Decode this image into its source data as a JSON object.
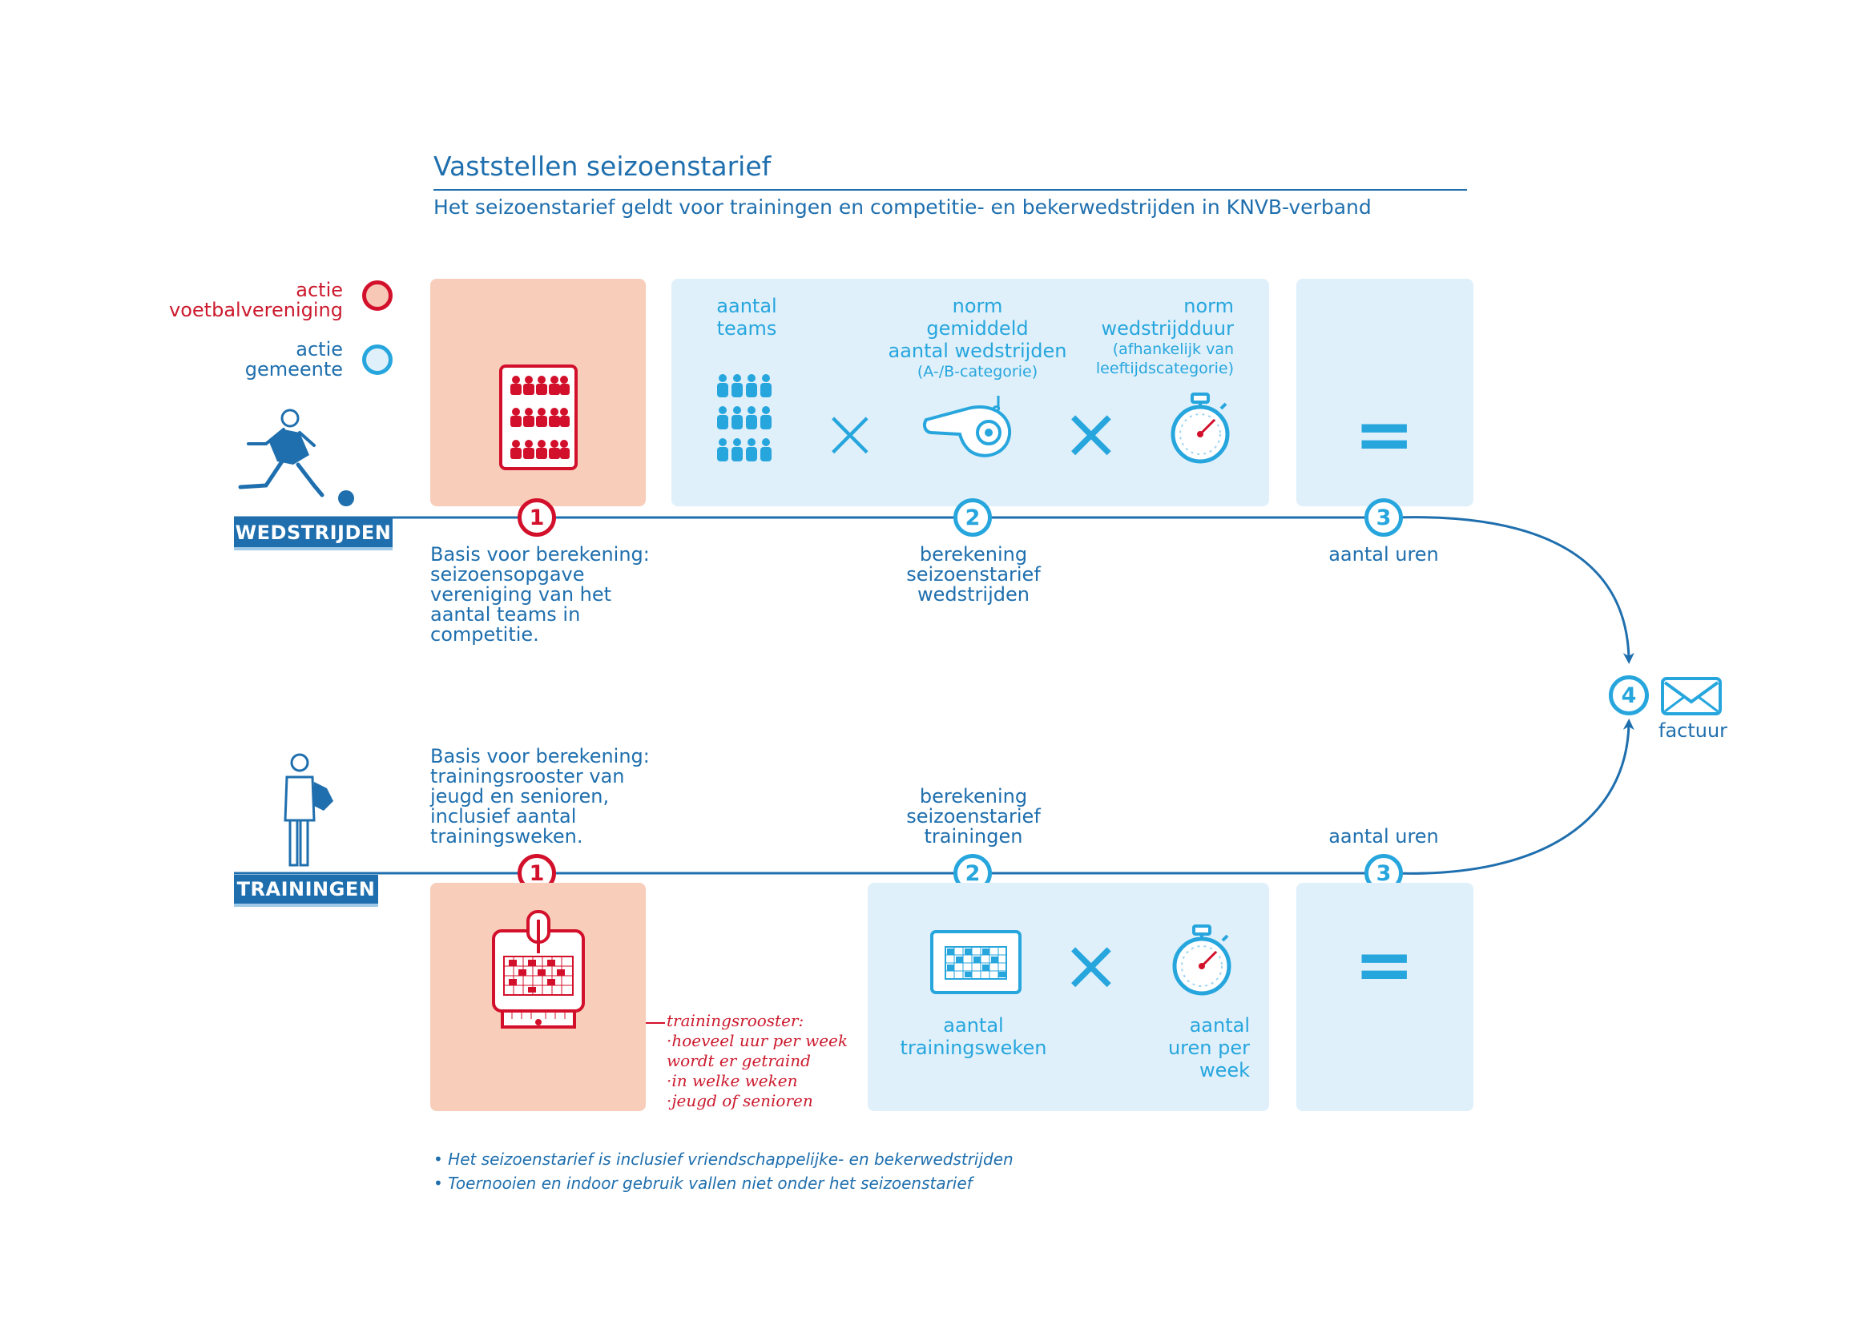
{
  "title": "Vaststellen seizoenstarief",
  "subtitle": "Het seizoenstarief geldt voor trainingen en competitie- en bekerwedstrijden in KNVB-verband",
  "legend": {
    "club_line1": "actie",
    "club_line2": "voetbalvereniging",
    "municipality_line1": "actie",
    "municipality_line2": "gemeente"
  },
  "matches": {
    "tag": "WEDSTRIJDEN",
    "step1": "1",
    "step2": "2",
    "step3": "3",
    "basis": [
      "Basis voor berekening:",
      "seizoensopgave",
      "vereniging van het",
      "aantal teams in",
      "competitie."
    ],
    "calc": [
      "berekening",
      "seizoenstarief",
      "wedstrijden"
    ],
    "result": "aantal uren",
    "factor1": [
      "aantal",
      "teams"
    ],
    "factor2": [
      "norm",
      "gemiddeld",
      "aantal wedstrijden"
    ],
    "factor2_note": "(A-/B-categorie)",
    "factor3": [
      "norm",
      "wedstrijdduur"
    ],
    "factor3_note": [
      "(afhankelijk van",
      "leeftijdscategorie)"
    ],
    "times": "×",
    "equals": "="
  },
  "invoice": {
    "step": "4",
    "label": "factuur"
  },
  "trainings": {
    "tag": "TRAININGEN",
    "step1": "1",
    "step2": "2",
    "step3": "3",
    "basis": [
      "Basis voor berekening:",
      "trainingsrooster van",
      "jeugd en senioren,",
      "inclusief  aantal",
      "trainingsweken."
    ],
    "calc": [
      "berekening",
      "seizoenstarief",
      "trainingen"
    ],
    "result": "aantal uren",
    "factor1": [
      "aantal",
      "trainingsweken"
    ],
    "factor2": [
      "aantal",
      "uren per",
      "week"
    ],
    "times": "×",
    "equals": "=",
    "schedule_note": [
      "trainingsrooster:",
      "·hoeveel uur per week",
      " wordt er getraind",
      "·in welke weken",
      "·jeugd of senioren"
    ]
  },
  "notes": [
    "• Het seizoenstarief is inclusief vriendschappelijke- en bekerwedstrijden",
    "• Toernooien en indoor gebruik vallen niet onder het seizoenstarief"
  ],
  "colors": {
    "navy": "#1f6fae",
    "cyan": "#27a6de",
    "red": "#d3102b",
    "salmon": "#f8cdba",
    "lightblue": "#dff0fa"
  },
  "icons": [
    "teams-icon",
    "whistle-icon",
    "stopwatch-icon",
    "calendar-icon",
    "clipboard-calendar-icon",
    "envelope-icon",
    "football-player-icon",
    "coach-icon"
  ]
}
